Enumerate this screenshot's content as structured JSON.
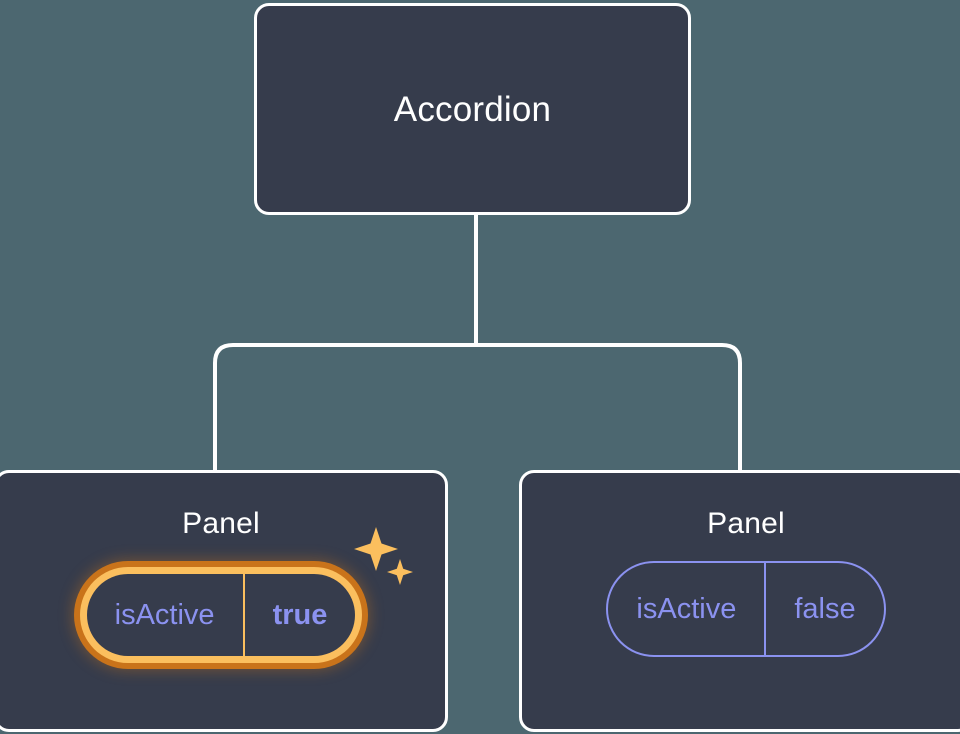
{
  "theme": {
    "background": "#4c6770",
    "card_fill": "#363c4c",
    "card_border": "#ffffff",
    "edge_color": "#ffffff",
    "prop_color": "#8b92f0",
    "highlight_outer": "#c9731a",
    "highlight_inner": "#fbbf5e",
    "sparkle_color": "#fbbf5e"
  },
  "tree": {
    "root": {
      "title": "Accordion"
    },
    "children": [
      {
        "title": "Panel",
        "highlighted": true,
        "prop": {
          "key": "isActive",
          "value": "true"
        }
      },
      {
        "title": "Panel",
        "highlighted": false,
        "prop": {
          "key": "isActive",
          "value": "false"
        }
      }
    ]
  },
  "icons": {
    "sparkle_large": "sparkle-icon",
    "sparkle_small": "sparkle-icon"
  }
}
